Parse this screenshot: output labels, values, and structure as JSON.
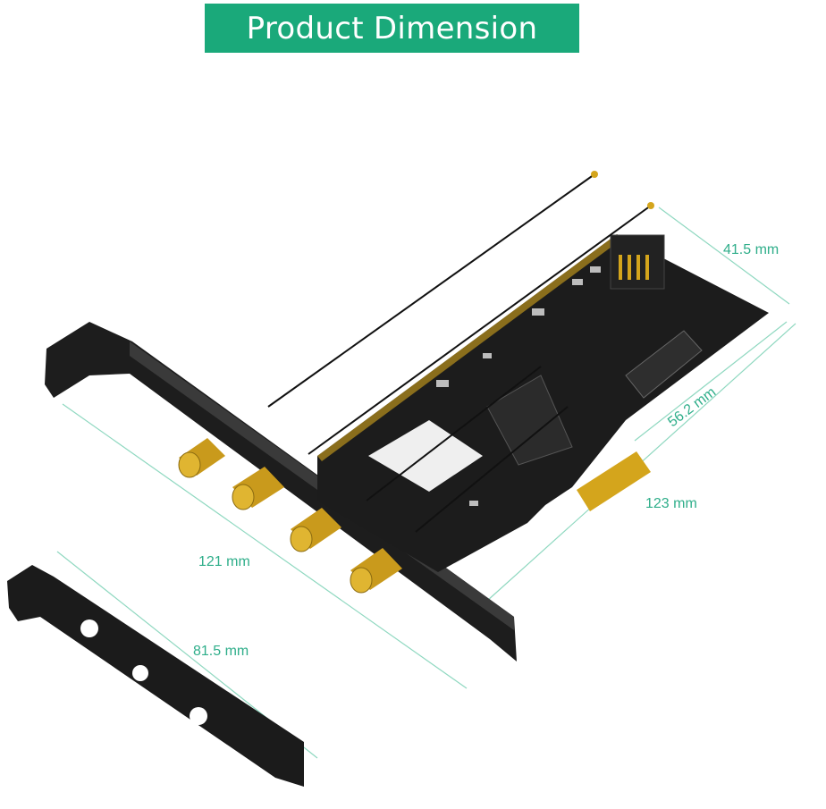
{
  "banner": {
    "title": "Product Dimension"
  },
  "dimensions": {
    "board_height": "41.5 mm",
    "board_width_short": "56.2 mm",
    "board_length": "123 mm",
    "full_bracket": "121 mm",
    "low_profile_bracket": "81.5 mm"
  },
  "colors": {
    "accent": "#1aa97a",
    "dimension_text": "#2fae8a",
    "pcb": "#1c1c1c",
    "gold": "#d4a51c"
  }
}
